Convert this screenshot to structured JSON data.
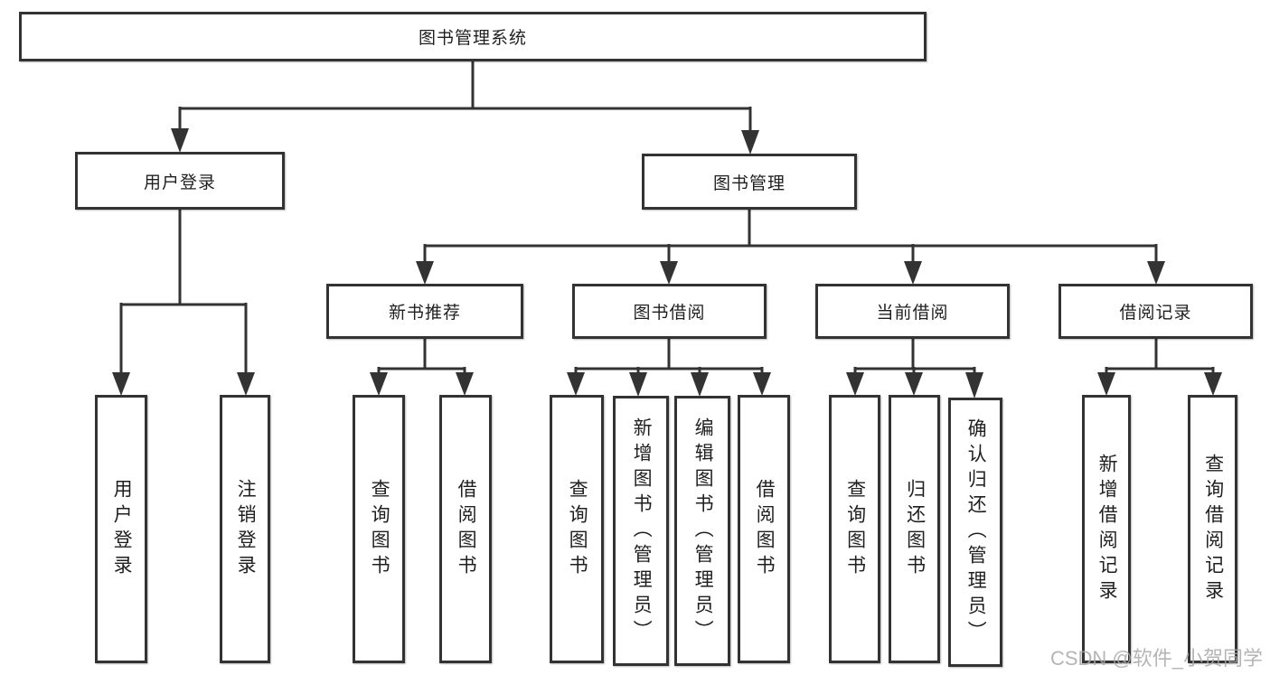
{
  "colors": {
    "background": "#ffffff",
    "line": "#333333",
    "box_border": "#333333",
    "text": "#1f1f1f",
    "watermark": "#a8a8a8"
  },
  "watermark": {
    "text": "CSDN @软件_小贺同学"
  },
  "diagram": {
    "root": {
      "label": "图书管理系统"
    },
    "user_login": {
      "label": "用户登录",
      "children": [
        {
          "label": "用户登录"
        },
        {
          "label": "注销登录"
        }
      ]
    },
    "book_mgmt": {
      "label": "图书管理",
      "children": [
        {
          "label": "新书推荐",
          "children": [
            {
              "label": "查询图书"
            },
            {
              "label": "借阅图书"
            }
          ]
        },
        {
          "label": "图书借阅",
          "children": [
            {
              "label": "查询图书"
            },
            {
              "label": "新增图书（管理员）"
            },
            {
              "label": "编辑图书（管理员）"
            },
            {
              "label": "借阅图书"
            }
          ]
        },
        {
          "label": "当前借阅",
          "children": [
            {
              "label": "查询图书"
            },
            {
              "label": "归还图书"
            },
            {
              "label": "确认归还（管理员）"
            }
          ]
        },
        {
          "label": "借阅记录",
          "children": [
            {
              "label": "新增借阅记录"
            },
            {
              "label": "查询借阅记录"
            }
          ]
        }
      ]
    }
  }
}
